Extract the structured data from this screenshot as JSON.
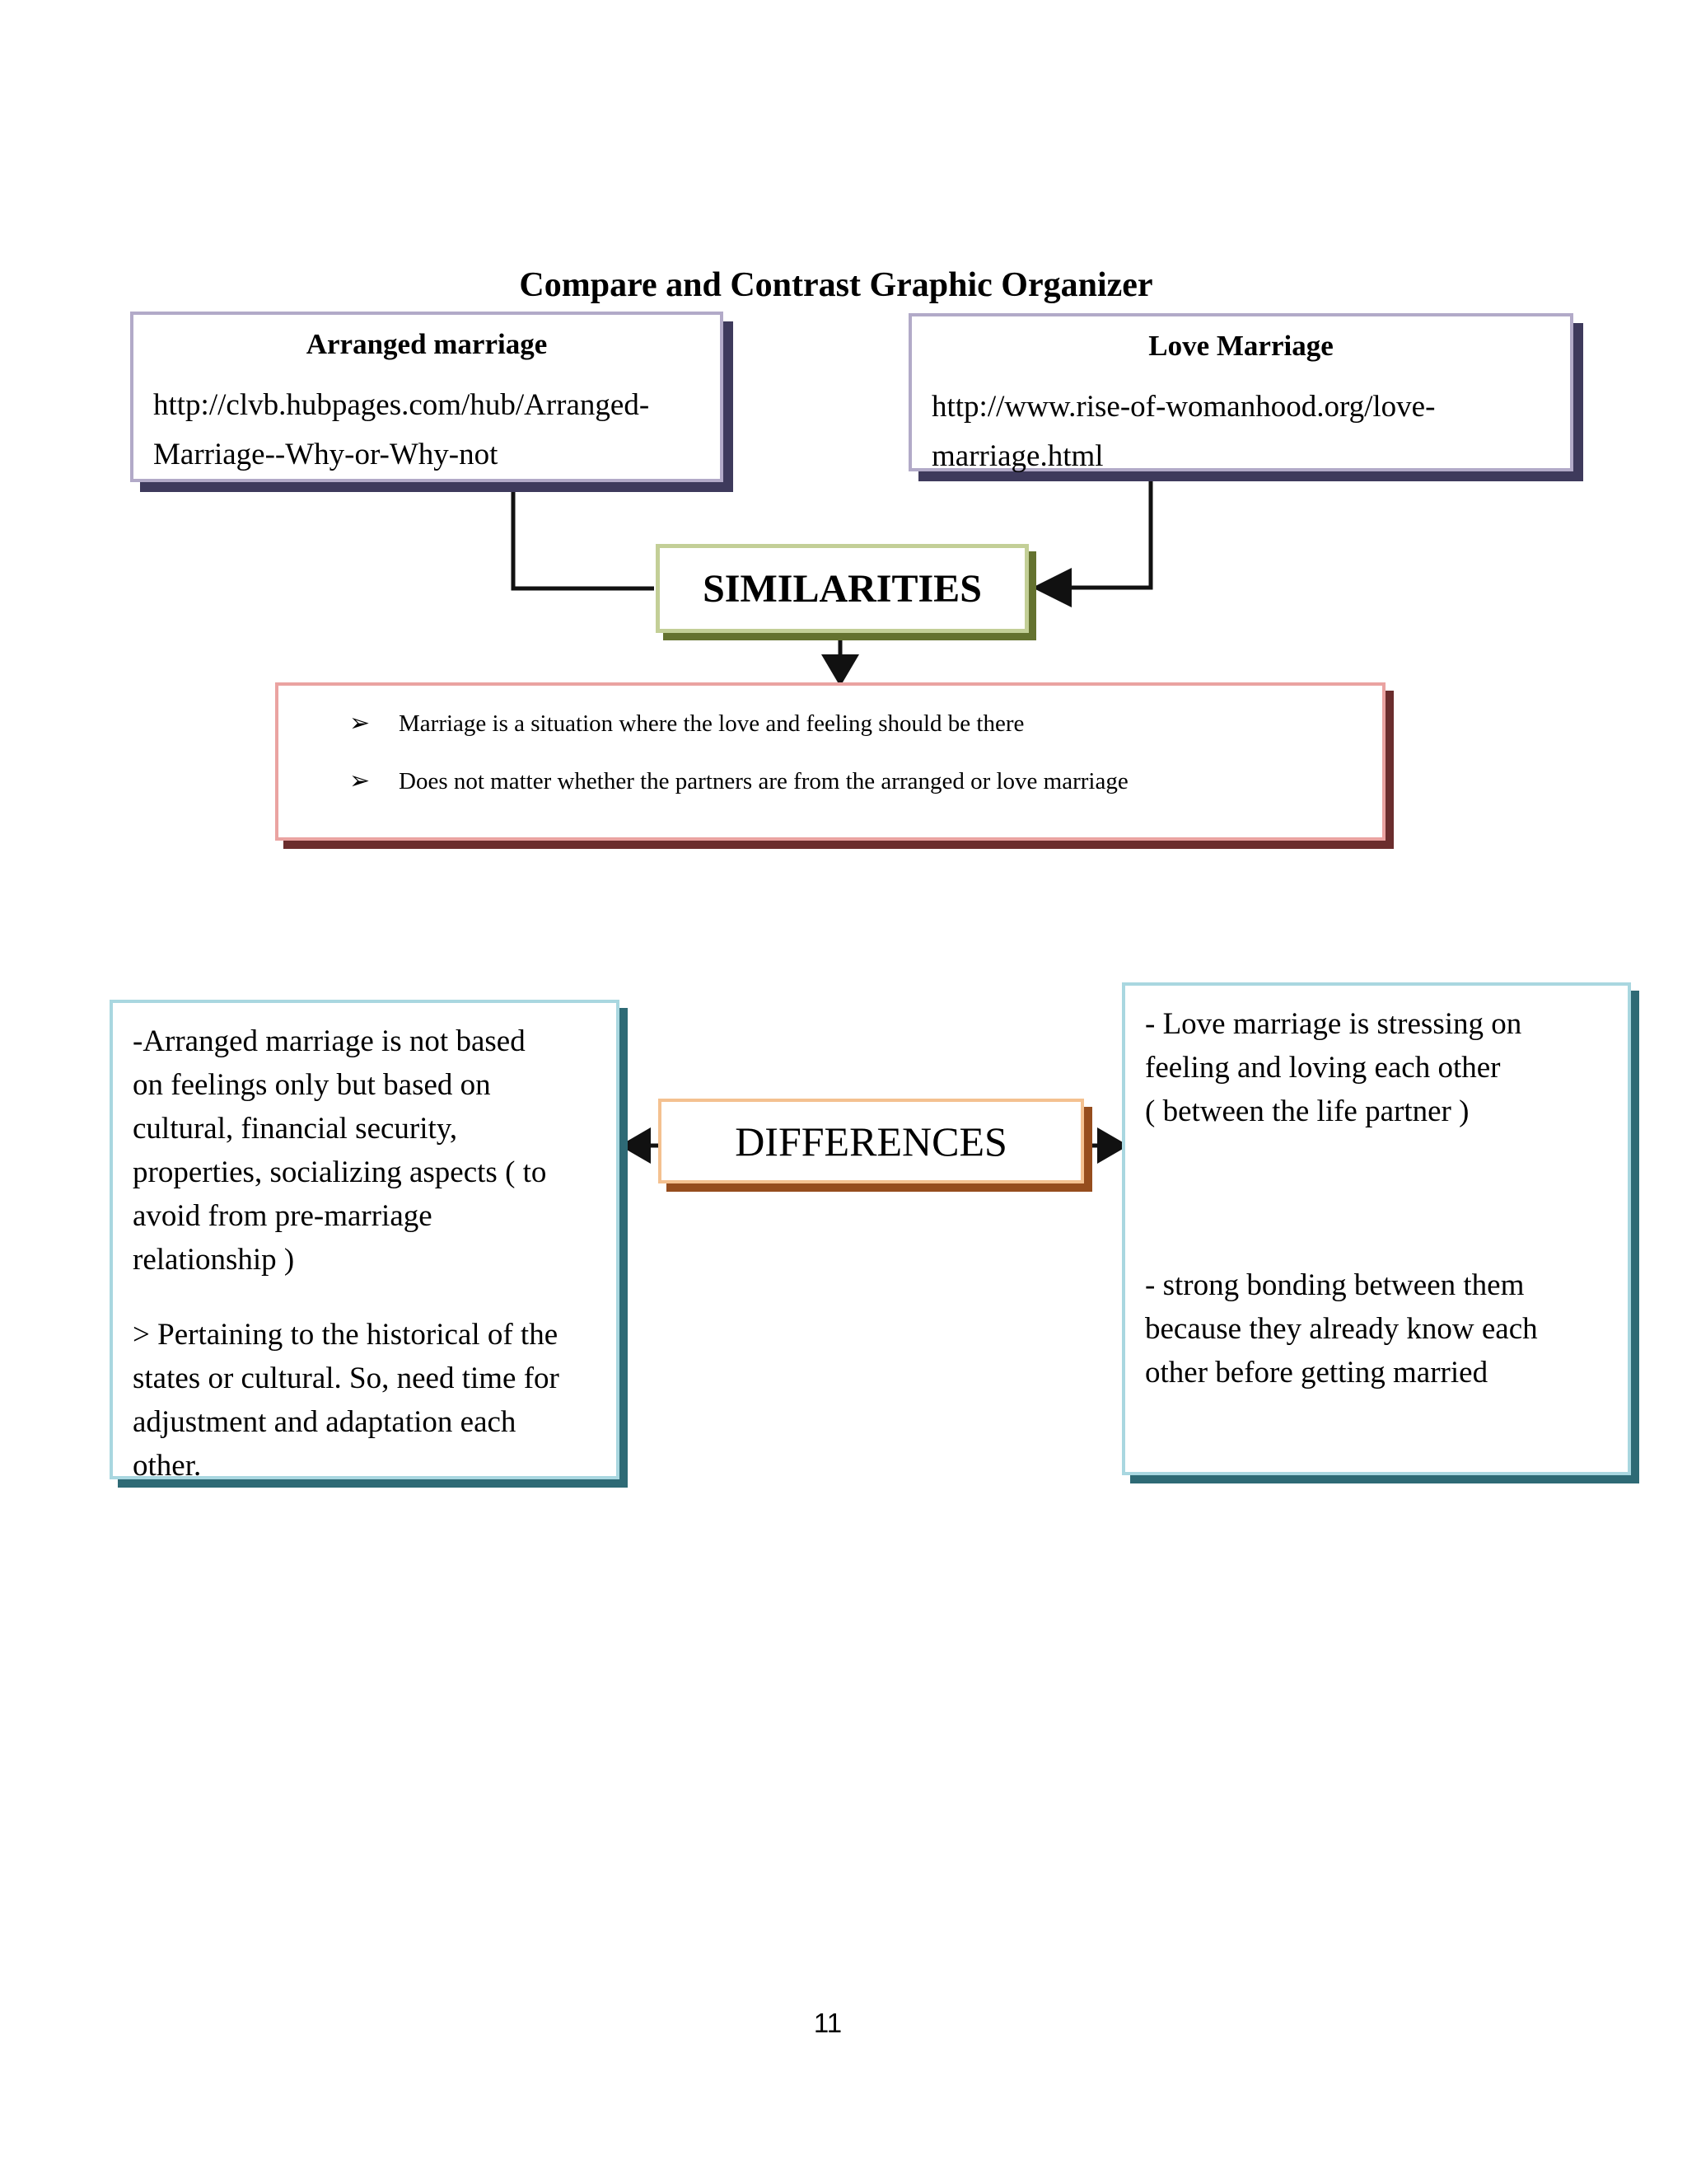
{
  "page": {
    "title": "Compare and Contrast Graphic Organizer",
    "page_number": "11"
  },
  "sources": {
    "left": {
      "title": "Arranged marriage",
      "url": "http://clvb.hubpages.com/hub/Arranged-\nMarriage--Why-or-Why-not"
    },
    "right": {
      "title": "Love Marriage",
      "url": "http://www.rise-of-womanhood.org/love-\nmarriage.html"
    }
  },
  "similarities": {
    "label": "SIMILARITIES",
    "bullet_icon": "➢",
    "items": [
      "Marriage is a situation where the love and feeling should be there",
      "Does not matter whether the partners are from the arranged or love marriage"
    ]
  },
  "differences": {
    "label": "DIFFERENCES",
    "left_items": [
      "-Arranged marriage is not based\non feelings only but based on\ncultural, financial security,\nproperties, socializing aspects ( to\navoid from pre-marriage\nrelationship )",
      "> Pertaining to the historical of the\nstates or cultural. So, need time for\nadjustment and adaptation each\nother."
    ],
    "right_items": [
      "- Love marriage is stressing on\nfeeling and loving each other\n( between the life partner )",
      "- strong bonding between them\nbecause they already know each\nother before getting married"
    ]
  },
  "colors": {
    "source_border": "#b2aac8",
    "source_shadow": "#3e3a5c",
    "similarities_border": "#c3cf97",
    "similarities_shadow": "#64722f",
    "similarities_content_border": "#eaa3a1",
    "similarities_content_shadow": "#6b2d2d",
    "differences_border": "#f4c190",
    "differences_shadow": "#964d1d",
    "differences_content_border": "#a9d7e0",
    "differences_content_shadow": "#2e6a75",
    "connector": "#111111"
  }
}
